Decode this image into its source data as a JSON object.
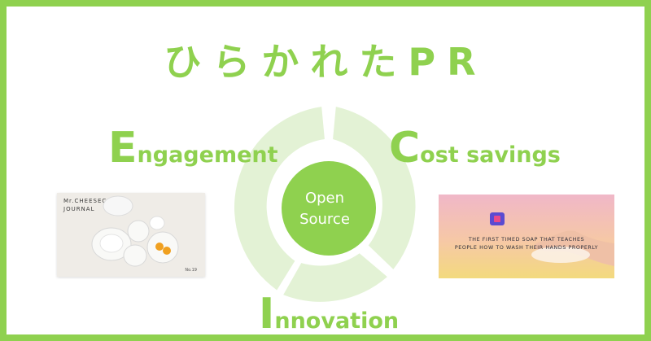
{
  "title": "ひらかれたPR",
  "center": {
    "line1": "Open",
    "line2": "Source"
  },
  "pillars": {
    "engagement": {
      "initial": "E",
      "rest": "ngagement"
    },
    "cost": {
      "initial": "C",
      "rest": "ost savings"
    },
    "innovation": {
      "initial": "I",
      "rest": "nnovation"
    }
  },
  "left_image": {
    "line1": "Mr.CHEESECAKE",
    "line2": "JOURNAL",
    "issue": "No.19"
  },
  "right_image": {
    "line1": "THE FIRST TIMED SOAP THAT TEACHES",
    "line2": "PEOPLE HOW TO WASH THEIR HANDS PROPERLY"
  },
  "colors": {
    "accent": "#8fd14f",
    "ring": "#e3f2d5",
    "border": "#8fd14f"
  }
}
